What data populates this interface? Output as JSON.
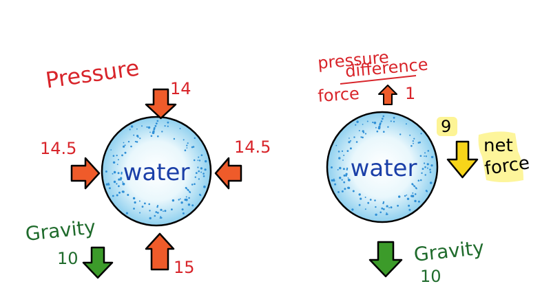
{
  "colors": {
    "red_text": "#d8242a",
    "green_text": "#1f6b2c",
    "orange_arrow": "#ef5b2a",
    "green_arrow": "#3c9b2a",
    "yellow_arrow": "#f7d51a",
    "highlight": "#fdf38a",
    "water_blue": "#2f8fd6",
    "water_fill": "#cdeaf7",
    "water_text": "#1a3fa8"
  },
  "left": {
    "pressure_title": "Pressure",
    "top_value": "14",
    "left_value": "14.5",
    "right_value": "14.5",
    "bottom_value": "15",
    "water_label": "water",
    "gravity_label": "Gravity",
    "gravity_value": "10"
  },
  "right": {
    "pressure_line1": "pressure",
    "pressure_line2": "difference",
    "force_label": "force",
    "force_value": "1",
    "net_value": "9",
    "net_line1": "net",
    "net_line2": "force",
    "water_label": "water",
    "gravity_label": "Gravity",
    "gravity_value": "10"
  },
  "icons": {
    "pressure_arrows": "arrow-icon",
    "gravity_arrow": "arrow-down-icon",
    "net_arrow": "arrow-down-icon"
  }
}
